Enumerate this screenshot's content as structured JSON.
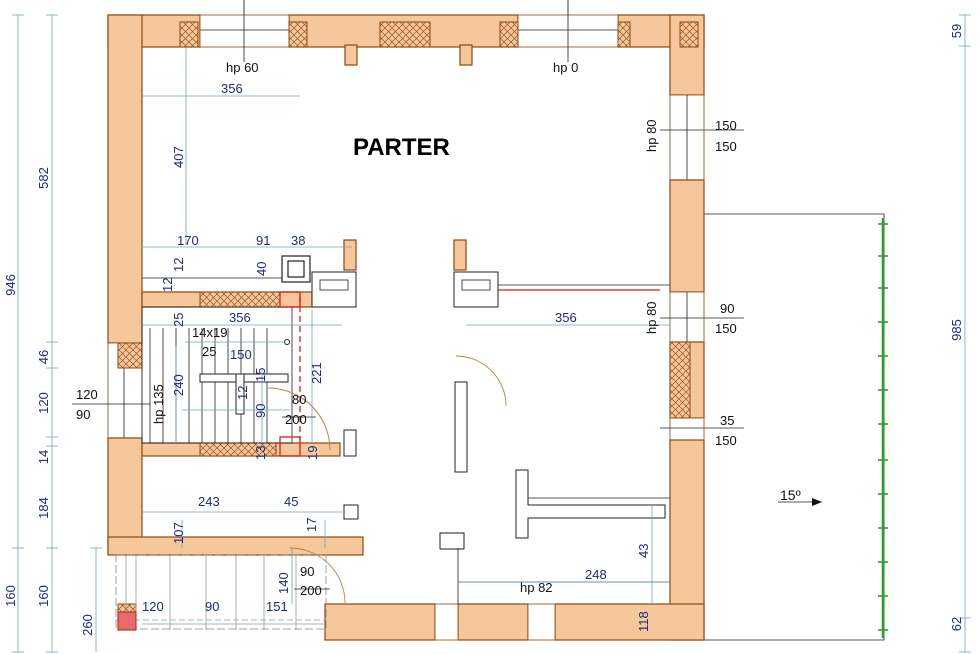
{
  "title": "PARTER",
  "levels": {
    "hp60": "hp 60",
    "hp0": "hp 0",
    "hp80a": "hp 80",
    "hp80b": "hp 80",
    "hp135": "hp 135",
    "hp82": "hp 82"
  },
  "dims": {
    "left_946": "946",
    "left_582": "582",
    "left_46": "46",
    "left_120": "120",
    "left_14": "14",
    "left_184": "184",
    "left_160a": "160",
    "left_160b": "160",
    "left_260": "260",
    "right_59": "59",
    "right_985": "985",
    "right_62": "62",
    "top_356": "356",
    "v_407": "407",
    "d_170": "170",
    "d_91": "91",
    "d_38": "38",
    "d_12a": "12",
    "d_40": "40",
    "d_12b": "12",
    "d_25a": "25",
    "d_356b": "356",
    "d_14x19": "14x19",
    "d_25b": "25",
    "d_150": "150",
    "d_240": "240",
    "d_15": "15",
    "d_12c": "12",
    "d_221": "221",
    "d_90v": "90",
    "d_80": "80",
    "d_200a": "200",
    "d_13": "13",
    "d_19": "19",
    "d_356c": "356",
    "w_120": "120",
    "w_90": "90",
    "d_243": "243",
    "d_45": "45",
    "d_107": "107",
    "d_17": "17",
    "d_140": "140",
    "d_90b": "90",
    "d_200b": "200",
    "b_120": "120",
    "b_90": "90",
    "b_151": "151",
    "d_43": "43",
    "d_248": "248",
    "d_118": "118",
    "r_150a": "150",
    "r_150b": "150",
    "r_90": "90",
    "r_150c": "150",
    "r_35": "35",
    "r_150d": "150",
    "roof_angle": "15º"
  },
  "colors": {
    "wall_fill": "#f6c79a",
    "wall_stroke": "#8a4a12",
    "dimension": "#1b2a8a",
    "dimension_line": "#6aa6c8",
    "installation": "#d81b1b",
    "terrace": "#2aa02a"
  }
}
